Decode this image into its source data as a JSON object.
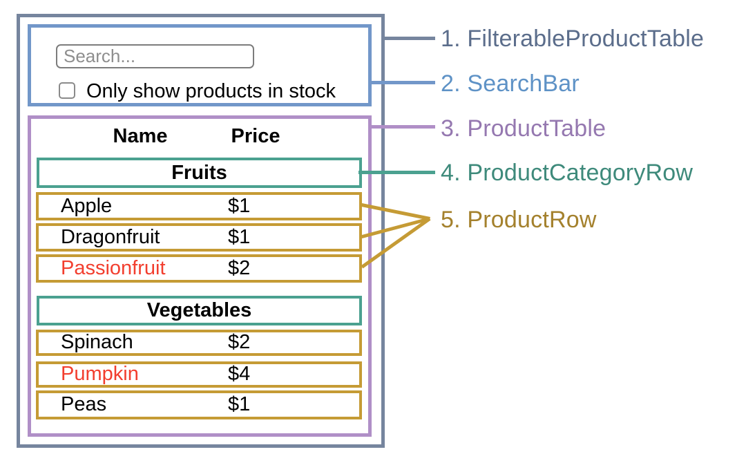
{
  "search": {
    "placeholder": "Search...",
    "checkbox_label": "Only show products in stock"
  },
  "table": {
    "headers": {
      "name": "Name",
      "price": "Price"
    },
    "sections": [
      {
        "category": "Fruits",
        "rows": [
          {
            "name": "Apple",
            "price": "$1",
            "highlighted": false
          },
          {
            "name": "Dragonfruit",
            "price": "$1",
            "highlighted": false
          },
          {
            "name": "Passionfruit",
            "price": "$2",
            "highlighted": true
          }
        ]
      },
      {
        "category": "Vegetables",
        "rows": [
          {
            "name": "Spinach",
            "price": "$2",
            "highlighted": false
          },
          {
            "name": "Pumpkin",
            "price": "$4",
            "highlighted": true
          },
          {
            "name": "Peas",
            "price": "$1",
            "highlighted": false
          }
        ]
      }
    ]
  },
  "legend": [
    {
      "label": "1. FilterableProductTable",
      "color": "#5b6d8b"
    },
    {
      "label": "2. SearchBar",
      "color": "#5e92c6"
    },
    {
      "label": "3. ProductTable",
      "color": "#9578b0"
    },
    {
      "label": "4. ProductCategoryRow",
      "color": "#3e8a7b"
    },
    {
      "label": "5. ProductRow",
      "color": "#a4812d"
    }
  ],
  "colors": {
    "outer_border": "#76859e",
    "searchbar_border": "#7297c9",
    "table_border": "#b08fc7",
    "category_border": "#4ba190",
    "row_border": "#c59b35",
    "highlight_text": "#f23e2e"
  }
}
